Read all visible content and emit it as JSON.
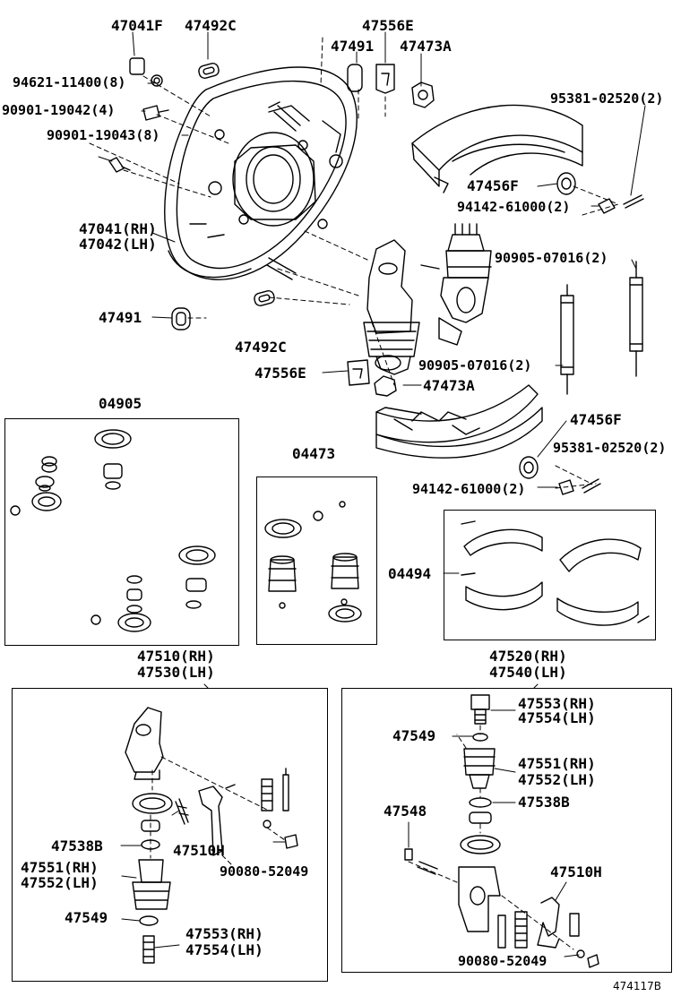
{
  "labels": {
    "p47041f": "47041F",
    "p47492c_top": "47492C",
    "p47556e_top": "47556E",
    "p47491_top": "47491",
    "p47473a_top": "47473A",
    "p94621": "94621-11400(8)",
    "p90901_19042": "90901-19042(4)",
    "p90901_19043": "90901-19043(8)",
    "p95381_top": "95381-02520(2)",
    "p47456f_top": "47456F",
    "p94142_top": "94142-61000(2)",
    "p47041rh": "47041(RH)",
    "p47042lh": "47042(LH)",
    "p90905_top": "90905-07016(2)",
    "p47491_bot": "47491",
    "p47492c_bot": "47492C",
    "p47556e_bot": "47556E",
    "p90905_mid": "90905-07016(2)",
    "p47473a_bot": "47473A",
    "p04905": "04905",
    "p47456f_bot": "47456F",
    "p95381_bot": "95381-02520(2)",
    "p04473": "04473",
    "p94142_bot": "94142-61000(2)",
    "p04494": "04494",
    "p47510rh": "47510(RH)",
    "p47530lh": "47530(LH)",
    "p47520rh": "47520(RH)",
    "p47540lh": "47540(LH)",
    "p47553rh_r": "47553(RH)",
    "p47554lh_r": "47554(LH)",
    "p47549_r": "47549",
    "p47551rh_r": "47551(RH)",
    "p47552lh_r": "47552(LH)",
    "p47538b_r": "47538B",
    "p47548": "47548",
    "p47538b_l": "47538B",
    "p47510h_l": "47510H",
    "p90080_l": "90080-52049",
    "p47551rh_l": "47551(RH)",
    "p47552lh_l": "47552(LH)",
    "p47510h_r": "47510H",
    "p47549_l": "47549",
    "p47553rh_l": "47553(RH)",
    "p47554lh_l": "47554(LH)",
    "p90080_r": "90080-52049",
    "diagram_ref": "474117B"
  }
}
